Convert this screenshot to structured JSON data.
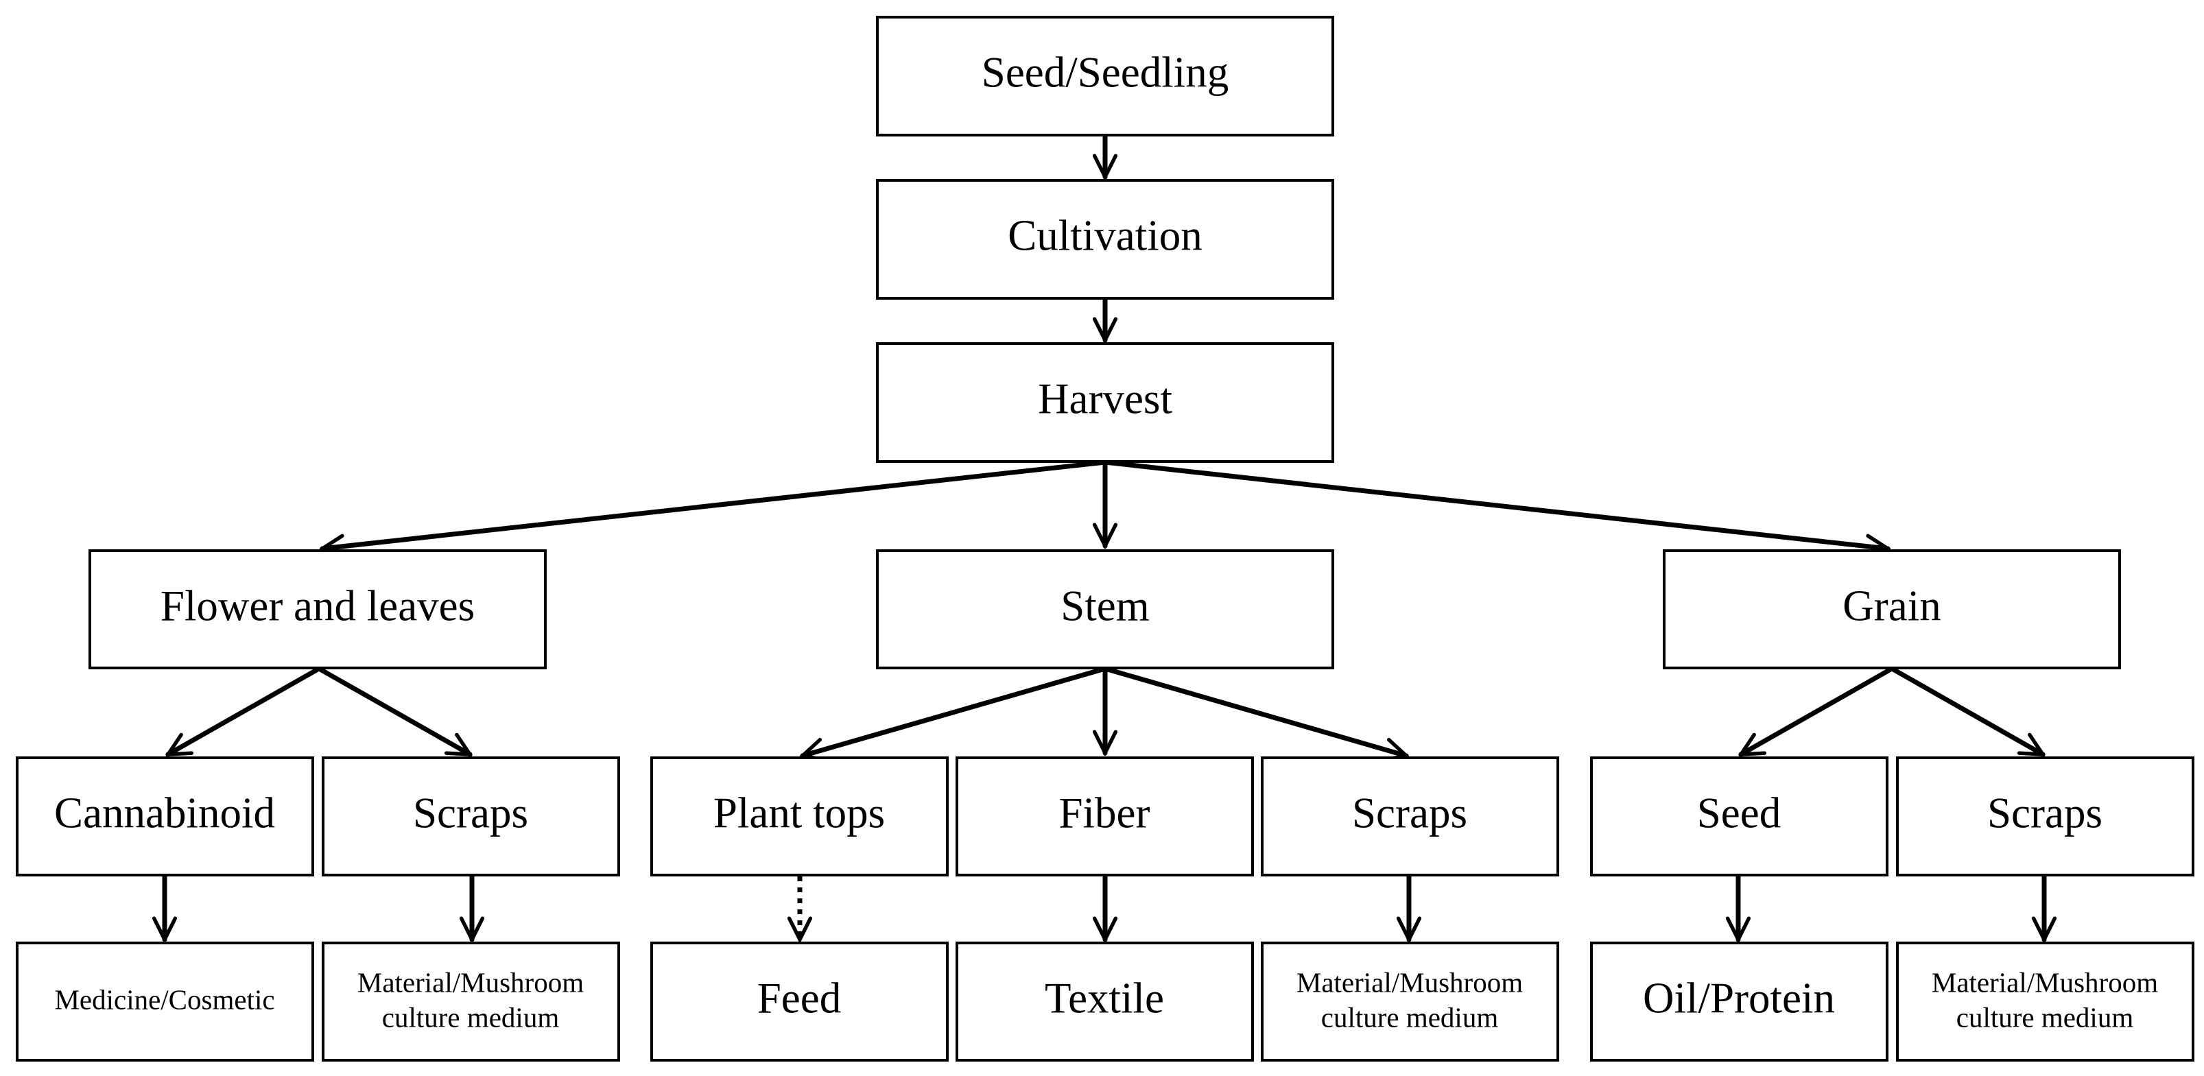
{
  "nodes": {
    "seed_seedling": "Seed/Seedling",
    "cultivation": "Cultivation",
    "harvest": "Harvest",
    "flower_leaves": "Flower and leaves",
    "stem": "Stem",
    "grain": "Grain",
    "cannabinoid": "Cannabinoid",
    "scraps_flower": "Scraps",
    "plant_tops": "Plant tops",
    "fiber": "Fiber",
    "scraps_stem": "Scraps",
    "seed": "Seed",
    "scraps_grain": "Scraps",
    "medicine_cosmetic": "Medicine/Cosmetic",
    "material_flower": [
      "Material/Mushroom",
      "culture medium"
    ],
    "feed": "Feed",
    "textile": "Textile",
    "material_stem": [
      "Material/Mushroom",
      "culture medium"
    ],
    "oil_protein": "Oil/Protein",
    "material_grain": [
      "Material/Mushroom",
      "culture medium"
    ]
  }
}
